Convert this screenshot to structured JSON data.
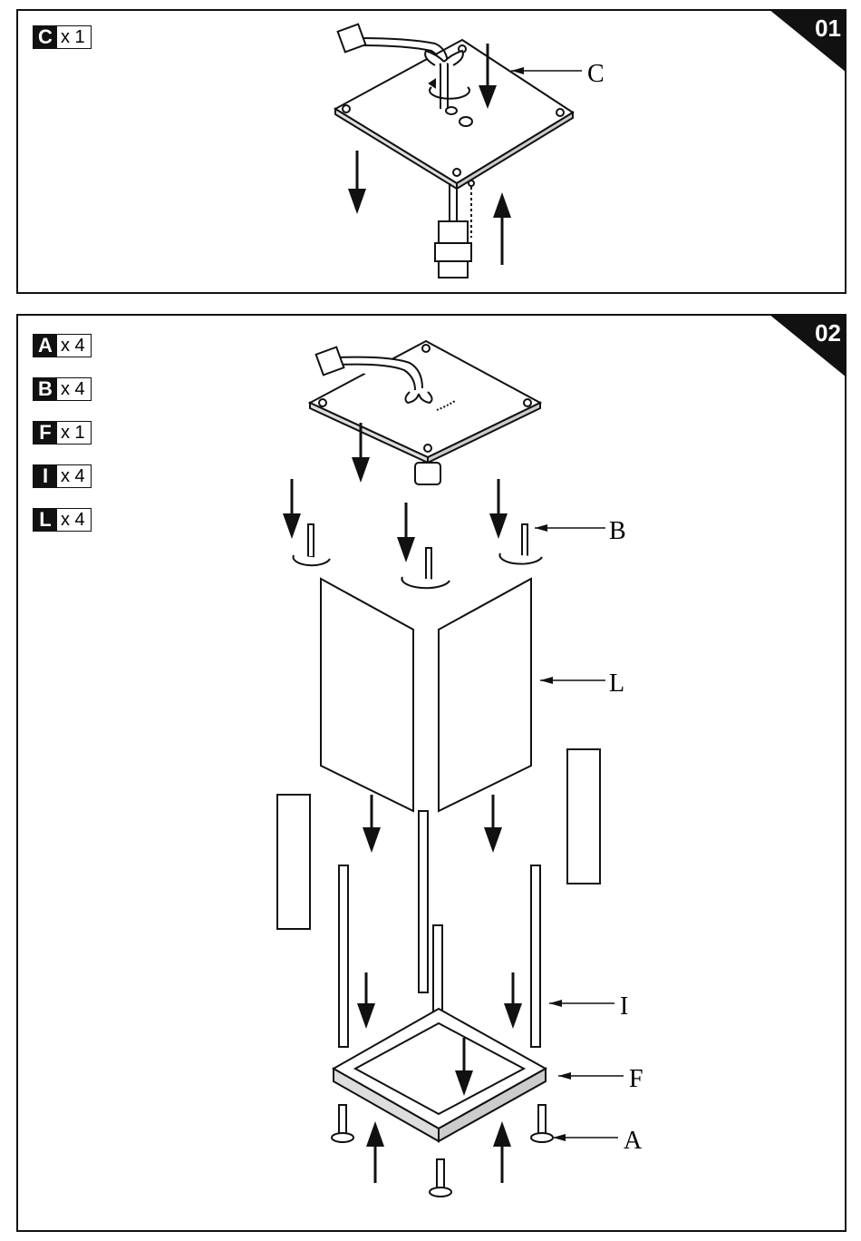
{
  "steps": [
    {
      "number": "01",
      "parts": [
        {
          "letter": "C",
          "count": "x 1"
        }
      ],
      "callouts": {
        "plate": "C"
      }
    },
    {
      "number": "02",
      "parts": [
        {
          "letter": "A",
          "count": "x 4"
        },
        {
          "letter": "B",
          "count": "x 4"
        },
        {
          "letter": "F",
          "count": "x 1"
        },
        {
          "letter": "I",
          "count": "x 4"
        },
        {
          "letter": "L",
          "count": "x 4"
        }
      ],
      "callouts": {
        "rod": "B",
        "panel": "L",
        "rail": "I",
        "base": "F",
        "screw": "A"
      }
    }
  ]
}
